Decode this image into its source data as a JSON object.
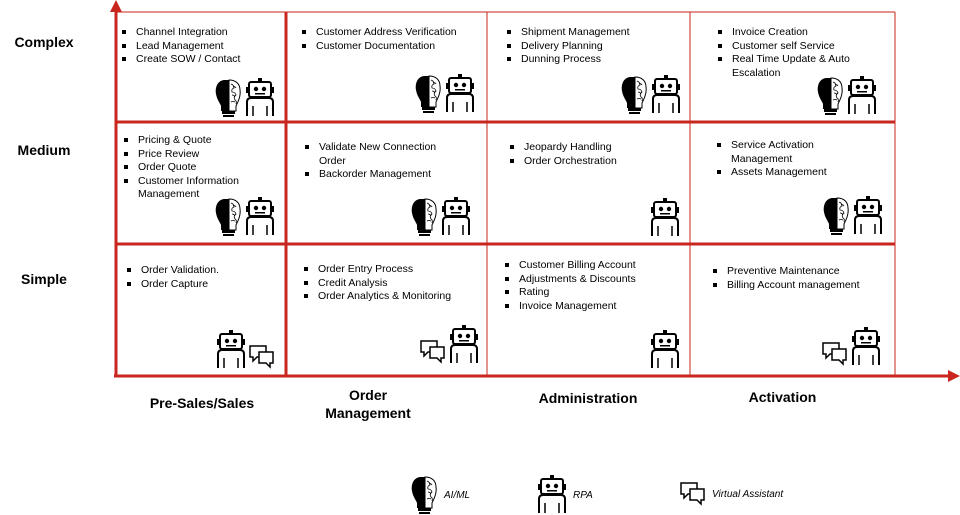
{
  "rows": [
    "Complex",
    "Medium",
    "Simple"
  ],
  "columns": [
    "Pre-Sales/Sales",
    "Order Management",
    "Administration",
    "Activation"
  ],
  "colors": {
    "axis": "#c8261e",
    "grid": "#c8261e"
  },
  "cells": {
    "complex_presales": [
      "Channel Integration",
      "Lead Management",
      "Create SOW / Contact"
    ],
    "complex_order": [
      "Customer Address Verification",
      "Customer Documentation"
    ],
    "complex_admin": [
      "Shipment Management",
      "Delivery Planning",
      "Dunning Process"
    ],
    "complex_activation": [
      "Invoice Creation",
      "Customer self Service",
      "Real Time Update & Auto Escalation"
    ],
    "medium_presales": [
      "Pricing & Quote",
      "Price Review",
      "Order Quote",
      "Customer Information Management"
    ],
    "medium_order": [
      "Validate New Connection Order",
      "Backorder Management"
    ],
    "medium_admin": [
      "Jeopardy Handling",
      "Order Orchestration"
    ],
    "medium_activation": [
      "Service Activation Management",
      "Assets Management"
    ],
    "simple_presales": [
      "Order Validation.",
      "Order Capture"
    ],
    "simple_order": [
      "Order Entry Process",
      "Credit Analysis",
      "Order Analytics & Monitoring"
    ],
    "simple_admin": [
      "Customer Billing Account",
      "Adjustments & Discounts",
      "Rating",
      "Invoice Management"
    ],
    "simple_activation": [
      "Preventive Maintenance",
      "Billing Account management"
    ]
  },
  "legend": {
    "aiml": "AI/ML",
    "rpa": "RPA",
    "va": "Virtual Assistant"
  }
}
